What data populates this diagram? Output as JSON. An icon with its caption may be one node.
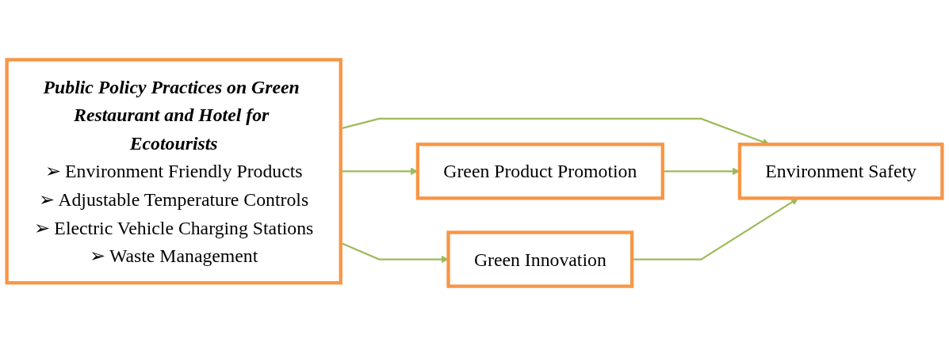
{
  "diagram": {
    "nodes": [
      {
        "text": [
          "Public Policy Practices on Green Restaurant and Hotel for Ecotourists",
          "➢ Environment Friendly Products",
          "➢ Adjustable Temperature Controls",
          "➢ Electric Vehicle Charging Stations",
          "➢ Waste Management"
        ]
      },
      {
        "text": [
          "Green Product Promotion"
        ]
      },
      {
        "text": [
          "Environment Safety"
        ]
      },
      {
        "text": [
          "Green Innovation"
        ]
      }
    ],
    "edges": [
      {
        "from": 0,
        "to": 1,
        "arrow": "to"
      },
      {
        "from": 0,
        "to": 2,
        "arrow": "to"
      },
      {
        "from": 0,
        "to": 3,
        "arrow": "to"
      },
      {
        "from": 1,
        "to": 2,
        "arrow": "to"
      },
      {
        "from": 3,
        "to": 2,
        "arrow": "to"
      }
    ]
  }
}
